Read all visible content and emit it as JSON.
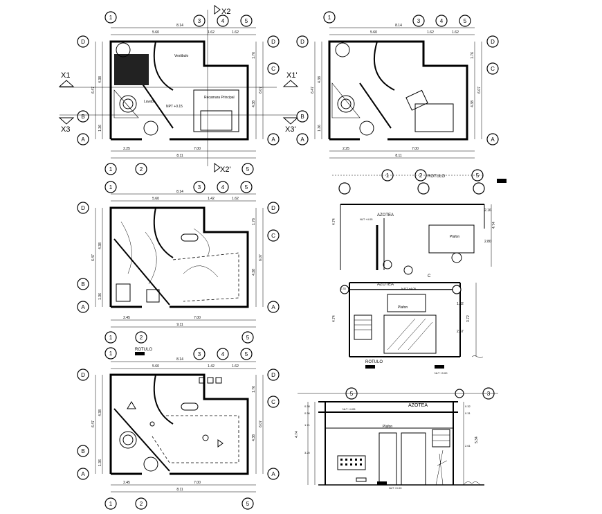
{
  "plans": [
    {
      "id": "plan-1",
      "grid_top": [
        "3",
        "4",
        "5"
      ],
      "grid_top_left": "1",
      "grid_bottom": [
        "1",
        "2",
        "5"
      ],
      "grid_rows": [
        "D",
        "C",
        "B",
        "A"
      ],
      "dim_top_total": "8.14",
      "dim_top_parts": [
        "5.60",
        "1.62",
        "1.62"
      ],
      "dim_bottom_total": "8.11",
      "dim_bottom_parts": [
        "2.25",
        "7.00"
      ],
      "dim_left_total": "6.47",
      "dim_left_parts": [
        "4.38",
        "1.36"
      ],
      "dim_right_total": "6.07",
      "dim_right_parts": [
        "1.76",
        "4.38"
      ],
      "room_labels": [
        "Vestibulo",
        "Lavabo",
        "Recamara Principal",
        "NPT +0.15"
      ],
      "section_marks": [
        "X1",
        "X1'",
        "X2",
        "X2'",
        "X3",
        "X3'"
      ]
    },
    {
      "id": "plan-2",
      "grid_top": [
        "3",
        "4",
        "5"
      ],
      "grid_top_left": "1",
      "grid_rows": [
        "D",
        "C",
        "B",
        "A"
      ],
      "dim_top_total": "8.14",
      "dim_top_parts": [
        "5.60",
        "1.62",
        "1.62"
      ],
      "dim_bottom_total": "8.11",
      "dim_bottom_parts": [
        "2.25",
        "7.00"
      ],
      "dim_left_total": "6.47",
      "dim_left_parts": [
        "4.38",
        "1.36"
      ],
      "dim_right_total": "6.07",
      "dim_right_parts": [
        "1.76",
        "4.38"
      ]
    },
    {
      "id": "plan-3",
      "grid_top": [
        "3",
        "4",
        "5"
      ],
      "grid_top_left": "1",
      "grid_bottom": [
        "1",
        "2",
        "5"
      ],
      "grid_rows": [
        "D",
        "C",
        "B",
        "A"
      ],
      "dim_top_total": "8.14",
      "dim_top_parts": [
        "5.60",
        "1.42",
        "1.62"
      ],
      "dim_bottom_total": "9.11",
      "dim_bottom_parts": [
        "2.45",
        "7.00"
      ],
      "dim_left_total": "6.47",
      "dim_left_parts": [
        "4.38",
        "1.36"
      ],
      "dim_right_total": "6.07",
      "dim_right_parts": [
        "1.76",
        "4.38"
      ]
    },
    {
      "id": "plan-4",
      "grid_top": [
        "3",
        "4",
        "5"
      ],
      "grid_top_left": "1",
      "grid_bottom": [
        "1",
        "2",
        "5"
      ],
      "grid_rows": [
        "D",
        "C",
        "B",
        "A"
      ],
      "rotulo": "ROTULO",
      "dim_top_total": "8.14",
      "dim_top_parts": [
        "5.60",
        "1.42",
        "1.62"
      ],
      "dim_bottom_total": "8.11",
      "dim_bottom_parts": [
        "2.45",
        "7.00"
      ],
      "dim_left_total": "6.47",
      "dim_left_parts": [
        "4.38",
        "1.36"
      ],
      "dim_right_total": "6.07",
      "dim_right_parts": [
        "1.76",
        "4.38"
      ]
    }
  ],
  "section_1": {
    "rotulo": "ROTULO",
    "grid_bubbles": [
      "1",
      "2",
      "5"
    ],
    "roof_label": "AZOTEA",
    "level_top": "NLT +4.05",
    "plafon": "Plafon",
    "level_mid": "N.P.T +4.05",
    "level_bottom": "NLT +0.00",
    "dim_left": "4.74",
    "dim_right": [
      "2.16",
      "2.80",
      "4.74"
    ],
    "dim_lower_left": [
      "0.33",
      "4.74"
    ],
    "dim_lower_right": [
      "1.32",
      "3.72",
      "2.57"
    ],
    "rotulo_bottom": "ROTULO",
    "grid_c": "C"
  },
  "section_2": {
    "grid_bubbles": [
      "5",
      "3"
    ],
    "roof_label": "AZOTEA",
    "level_top": "NLT +4.05",
    "plafon": "Plafon",
    "dim_left": [
      "0.38",
      "0.36",
      "1.71",
      "4.74",
      "3.20"
    ],
    "dim_right": [
      "0.32",
      "0.31",
      "2.61",
      "5.34"
    ],
    "level_bottom": "NLT +0.00"
  }
}
